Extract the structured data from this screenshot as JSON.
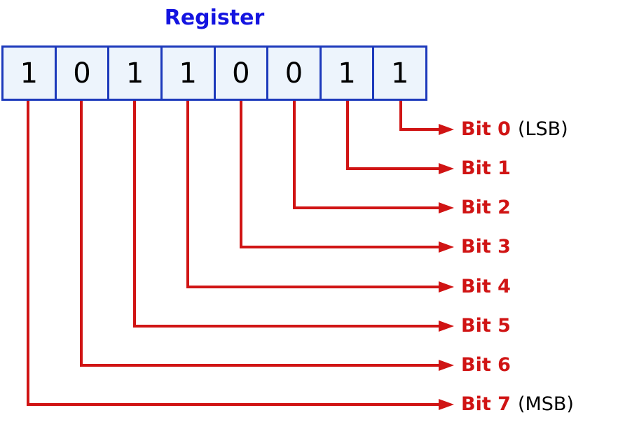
{
  "title": "Register",
  "register": {
    "bits": [
      "1",
      "0",
      "1",
      "1",
      "0",
      "0",
      "1",
      "1"
    ]
  },
  "annotations": [
    {
      "label": "Bit 0",
      "suffix": "(LSB)"
    },
    {
      "label": "Bit 1",
      "suffix": ""
    },
    {
      "label": "Bit 2",
      "suffix": ""
    },
    {
      "label": "Bit 3",
      "suffix": ""
    },
    {
      "label": "Bit 4",
      "suffix": ""
    },
    {
      "label": "Bit 5",
      "suffix": ""
    },
    {
      "label": "Bit 6",
      "suffix": ""
    },
    {
      "label": "Bit 7",
      "suffix": "(MSB)"
    }
  ],
  "colors": {
    "title": "#1414e0",
    "arrow": "#d01414",
    "bit_label": "#d01414",
    "suffix": "#000000",
    "bit_value": "#000000",
    "cell_border": "#1c39bb",
    "cell_fill": "#edf4fc"
  }
}
